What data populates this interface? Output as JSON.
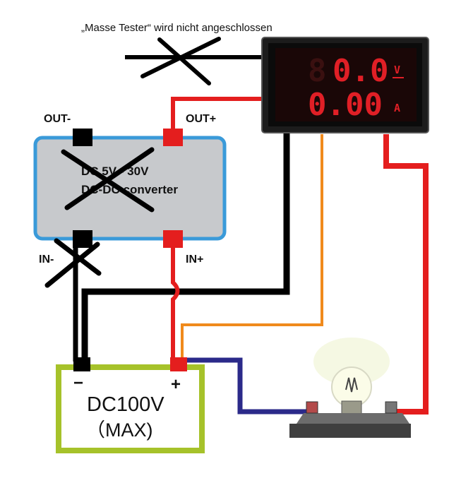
{
  "caption": "„Masse Tester“ wird nicht angeschlossen",
  "converter": {
    "line1": "DC 5V - 30V",
    "line2": "DC-DC converter",
    "out_minus": "OUT-",
    "out_plus": "OUT+",
    "in_minus": "IN-",
    "in_plus": "IN+"
  },
  "meter": {
    "voltage_reading": "0.0",
    "voltage_dim_digit": "8",
    "voltage_unit": "V",
    "current_reading": "0.00",
    "current_unit": "A"
  },
  "supply": {
    "minus": "−",
    "plus": "+",
    "line1": "DC100V",
    "line2": "（MAX)"
  },
  "wires": {
    "black": "#000000",
    "red": "#e41e1e",
    "orange": "#f08a1c",
    "navy": "#2b2a8a"
  },
  "colors": {
    "converter_fill": "#c7c9cc",
    "converter_border": "#3a9ad9",
    "supply_fill": "#ffffff",
    "supply_border": "#a6c22a",
    "meter_body": "#1c1c1c",
    "segment": "#e01f26"
  },
  "icons": [
    "cross-out-mark",
    "light-bulb-icon"
  ]
}
